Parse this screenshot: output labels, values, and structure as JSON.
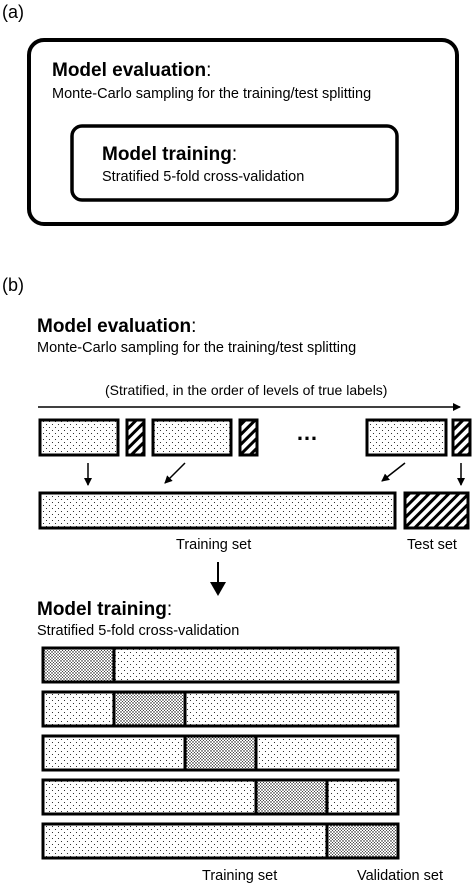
{
  "panel_a": {
    "label": "(a)",
    "outer_title": "Model evaluation",
    "outer_subtitle": "Monte-Carlo sampling for the training/test splitting",
    "inner_title": "Model training",
    "inner_subtitle": "Stratified 5-fold cross-validation"
  },
  "panel_b": {
    "label": "(b)",
    "eval_title": "Model evaluation",
    "eval_subtitle": "Monte-Carlo sampling for the training/test splitting",
    "arrow_caption": "(Stratified, in the order of levels of true labels)",
    "ellipsis": "…",
    "training_set_label": "Training set",
    "test_set_label": "Test set",
    "train_title": "Model training",
    "train_subtitle": "Stratified 5-fold cross-validation",
    "cv_training_label": "Training set",
    "cv_validation_label": "Validation set",
    "folds": 5
  },
  "colon": ":"
}
